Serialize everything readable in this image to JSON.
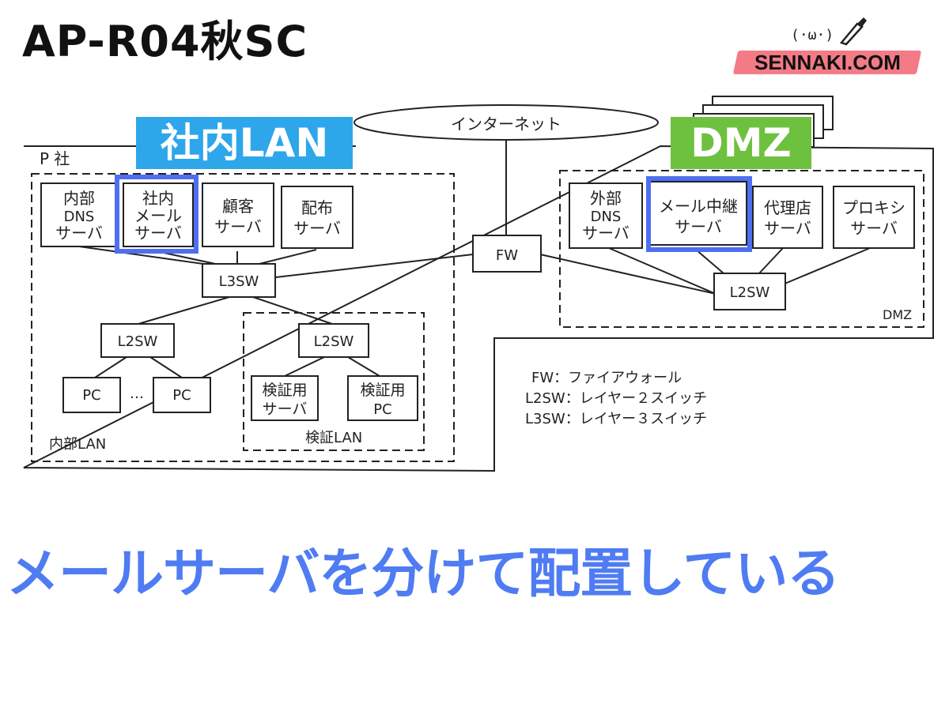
{
  "title": "AP-R04秋SC",
  "logo": {
    "text": "SENNAKI.COM",
    "face": "(·ω·)"
  },
  "tags": {
    "internal_lan": "社内LAN",
    "dmz": "DMZ"
  },
  "diagram": {
    "internet": "インターネット",
    "company": "P 社",
    "fw": "FW",
    "l3sw": "L3SW",
    "internal_l2sw": "L2SW",
    "verify_l2sw": "L2SW",
    "dmz_l2sw": "L2SW",
    "internal_servers": [
      {
        "lines": [
          "内部",
          "DNS",
          "サーバ"
        ]
      },
      {
        "lines": [
          "社内",
          "メール",
          "サーバ"
        ]
      },
      {
        "lines": [
          "顧客",
          "サーバ"
        ]
      },
      {
        "lines": [
          "配布",
          "サーバ"
        ]
      }
    ],
    "dmz_servers": [
      {
        "lines": [
          "外部",
          "DNS",
          "サーバ"
        ]
      },
      {
        "lines": [
          "メール中継",
          "サーバ"
        ]
      },
      {
        "lines": [
          "代理店",
          "サーバ"
        ]
      },
      {
        "lines": [
          "プロキシ",
          "サーバ"
        ]
      }
    ],
    "pc": "PC",
    "dots": "…",
    "verify_server": [
      "検証用",
      "サーバ"
    ],
    "verify_pc": [
      "検証用",
      "PC"
    ],
    "internal_lan_label": "内部LAN",
    "verify_lan_label": "検証LAN",
    "dmz_label": "DMZ",
    "legend": [
      "FW：ファイアウォール",
      "L2SW：レイヤー２スイッチ",
      "L3SW：レイヤー３スイッチ"
    ]
  },
  "caption": "メールサーバを分けて配置している",
  "colors": {
    "lan_tag": "#2ea6ea",
    "dmz_tag": "#6ec13f",
    "highlight": "#4f6ff0",
    "caption": "#4f7cf2",
    "logo_bg": "#f37b86"
  }
}
